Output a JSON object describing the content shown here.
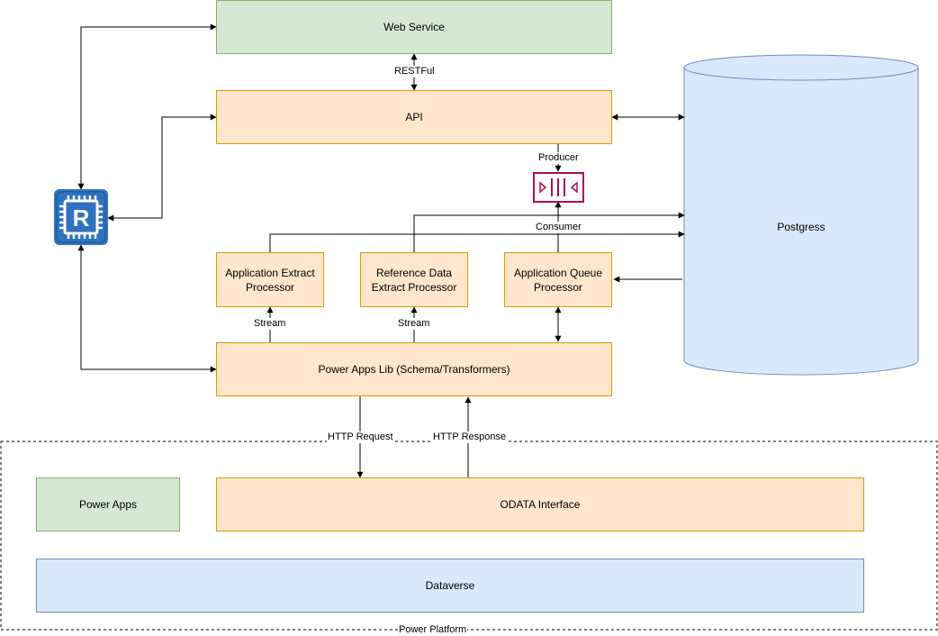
{
  "nodes": {
    "web_service": "Web Service",
    "api": "API",
    "postgress": "Postgress",
    "application_extract": "Application Extract\nProcessor",
    "reference_extract": "Reference Data\nExtract Processor",
    "application_queue": "Application Queue\nProcessor",
    "power_apps_lib": "Power Apps Lib (Schema/Transformers)",
    "power_apps": "Power Apps",
    "odata": "ODATA Interface",
    "dataverse": "Dataverse",
    "runner_icon_letter": "R"
  },
  "edges": {
    "restful": "RESTFul",
    "producer": "Producer",
    "consumer": "Consumer",
    "stream_1": "Stream",
    "stream_2": "Stream",
    "http_request": "HTTP Request",
    "http_response": "HTTP Response"
  },
  "groups": {
    "power_platform": "Power Platform"
  },
  "icons": {
    "runner": "runner-chip-icon",
    "queue": "message-queue-icon"
  },
  "colors": {
    "green_fill": "#d5e8d4",
    "green_stroke": "#82b366",
    "orange_fill": "#ffe6cc",
    "orange_stroke": "#d79b00",
    "blue_fill": "#dae8fc",
    "blue_stroke": "#6c8ebf",
    "queue_icon": "#b0085a",
    "runner_icon": "#2f72bf"
  }
}
